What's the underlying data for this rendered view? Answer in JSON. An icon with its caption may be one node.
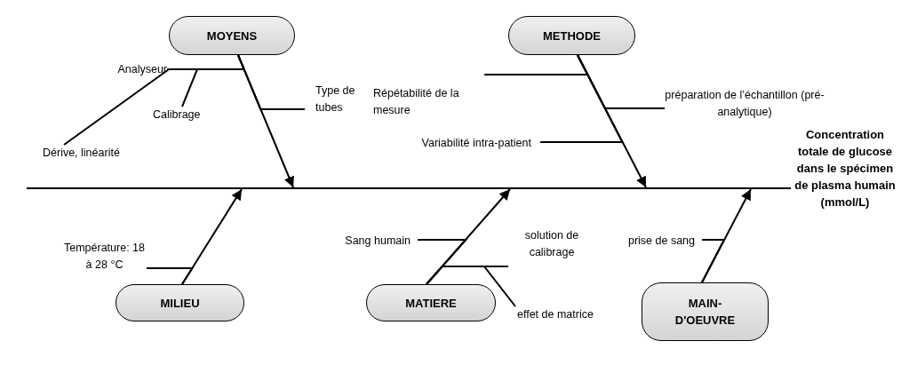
{
  "diagram": {
    "nodes": [
      {
        "text": [
          "MOYENS"
        ]
      },
      {
        "text": [
          "Analyseur"
        ]
      },
      {
        "text": [
          "Dérive, linéarité"
        ]
      },
      {
        "text": [
          "Calibrage"
        ]
      },
      {
        "text": [
          "Type de tubes"
        ]
      },
      {
        "text": [
          "METHODE"
        ]
      },
      {
        "text": [
          "Répétabilité de la mesure"
        ]
      },
      {
        "text": [
          "préparation de l’échantillon (pré-analytique)"
        ]
      },
      {
        "text": [
          "Variabilité intra-patient"
        ]
      },
      {
        "text": [
          "Concentration totale de glucose dans le spécimen de plasma humain (mmol/L)"
        ]
      },
      {
        "text": [
          "MILIEU"
        ]
      },
      {
        "text": [
          "Température: 18 à 28 °C"
        ]
      },
      {
        "text": [
          "MATIERE"
        ]
      },
      {
        "text": [
          "Sang humain"
        ]
      },
      {
        "text": [
          "solution de calibrage"
        ]
      },
      {
        "text": [
          "effet de matrice"
        ]
      },
      {
        "text": [
          "MAIN-D'OEUVRE"
        ]
      },
      {
        "text": [
          "prise de sang"
        ]
      }
    ],
    "edges": [
      {
        "from": null,
        "to": 9,
        "arrow": "none"
      },
      {
        "from": 0,
        "to": null,
        "arrow": "to"
      },
      {
        "from": 1,
        "to": 0,
        "arrow": "none"
      },
      {
        "from": 2,
        "to": 1,
        "arrow": "none"
      },
      {
        "from": 3,
        "to": 1,
        "arrow": "none"
      },
      {
        "from": 4,
        "to": 0,
        "arrow": "none"
      },
      {
        "from": 5,
        "to": null,
        "arrow": "to"
      },
      {
        "from": 6,
        "to": 5,
        "arrow": "none"
      },
      {
        "from": 7,
        "to": 5,
        "arrow": "none"
      },
      {
        "from": 8,
        "to": 5,
        "arrow": "none"
      },
      {
        "from": 10,
        "to": null,
        "arrow": "to"
      },
      {
        "from": 11,
        "to": 10,
        "arrow": "none"
      },
      {
        "from": 12,
        "to": null,
        "arrow": "to"
      },
      {
        "from": 13,
        "to": 12,
        "arrow": "none"
      },
      {
        "from": 14,
        "to": 12,
        "arrow": "none"
      },
      {
        "from": 15,
        "to": 14,
        "arrow": "none"
      },
      {
        "from": 16,
        "to": null,
        "arrow": "to"
      },
      {
        "from": 17,
        "to": 16,
        "arrow": "none"
      }
    ]
  }
}
